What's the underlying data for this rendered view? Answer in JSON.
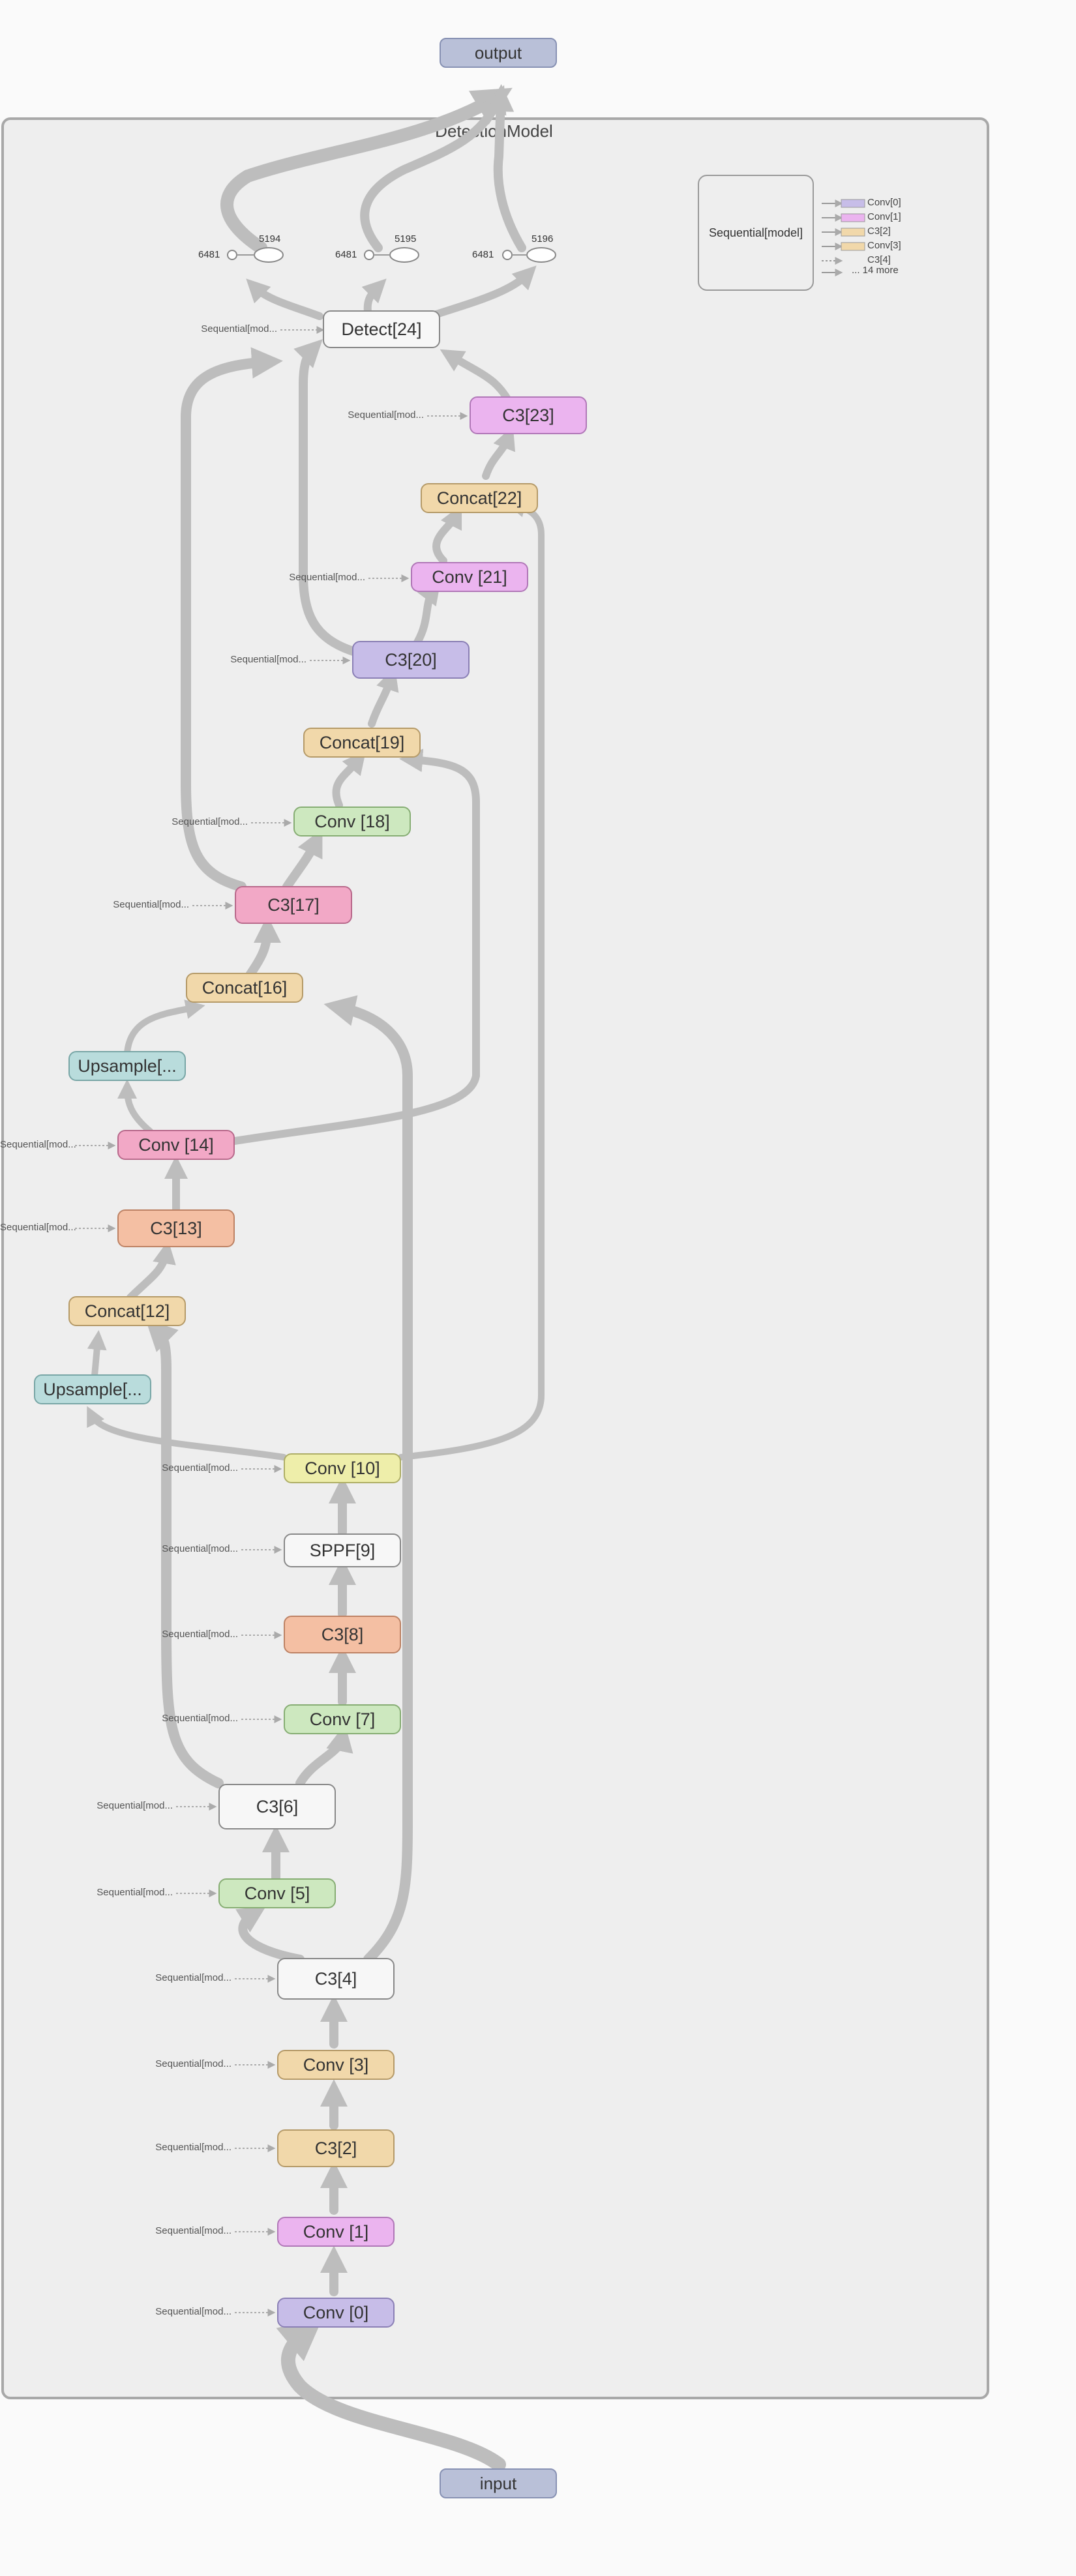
{
  "graph": {
    "container_title": "DetectionModel",
    "input_label": "input",
    "output_label": "output",
    "seq_label": "Sequential[mod...",
    "legend": {
      "box_label": "Sequential[model]",
      "items": [
        "Conv[0]",
        "Conv[1]",
        "C3[2]",
        "Conv[3]",
        "C3[4]",
        "... 14 more"
      ]
    },
    "numbers": {
      "n6481": "6481",
      "n5194": "5194",
      "n5195": "5195",
      "n5196": "5196"
    },
    "nodes": {
      "detect24": "Detect[24]",
      "c3_23": "C3[23]",
      "concat22": "Concat[22]",
      "conv21": "Conv [21]",
      "c3_20": "C3[20]",
      "concat19": "Concat[19]",
      "conv18": "Conv [18]",
      "c3_17": "C3[17]",
      "concat16": "Concat[16]",
      "upsample15": "Upsample[...",
      "conv14": "Conv [14]",
      "c3_13": "C3[13]",
      "concat12": "Concat[12]",
      "upsample11": "Upsample[...",
      "conv10": "Conv [10]",
      "sppf9": "SPPF[9]",
      "c3_8": "C3[8]",
      "conv7": "Conv [7]",
      "c3_6": "C3[6]",
      "conv5": "Conv [5]",
      "c3_4": "C3[4]",
      "conv3": "Conv [3]",
      "c3_2": "C3[2]",
      "conv1": "Conv [1]",
      "conv0": "Conv [0]"
    },
    "colors": {
      "purple": "#c7bde8",
      "magenta": "#ebb4ef",
      "tan": "#f1d8aa",
      "pink": "#f2a8c6",
      "green": "#cde8bf",
      "teal": "#b9dcdc",
      "salmon": "#f4bfa3",
      "yellow": "#eeeeaa",
      "white": "#f7f7f7",
      "io": "#b9c0d8"
    }
  }
}
